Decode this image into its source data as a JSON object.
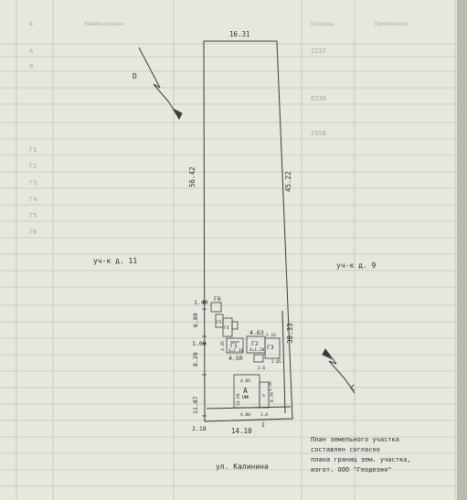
{
  "plan": {
    "dims": {
      "top": "16.31",
      "left_upper": "56.42",
      "right_upper": "45.22",
      "right_lower": "38.33",
      "bottom": "14.10",
      "bottom_left": "2.18",
      "left_1_40": "1.40",
      "left_6_89": "6.89",
      "left_1_00": "1.00",
      "left_8_29": "8.29",
      "left_11_87": "11.87",
      "b_4_63": "4.63",
      "b_4_50": "4.50",
      "b_1_16": "1.16",
      "b_2_05": "2.05",
      "b_2_6": "2.6",
      "b_3_35": "3.35",
      "a_4_89": "4.89",
      "a_4_80": "4.80",
      "a_12_69": "12.69",
      "a_8_79": "8.79",
      "a_1_56": "1.56",
      "a_1_8": "1.8"
    },
    "buildings": {
      "a_label": "А",
      "a_sub": "1ЖЖ",
      "a_small": "а",
      "g1": "Г1",
      "g1_sub": "4=1.20",
      "g2": "Г2",
      "g2_sub": "4=1.20",
      "g3": "Г3",
      "g4": "Г4",
      "g5": "Г5",
      "g6": "Г6",
      "roman_i": "I"
    },
    "neighbors": {
      "left": "уч-к д. 11",
      "right": "уч-к д. 9",
      "street": "ул. Калинина"
    },
    "north_arrow": {
      "letter": "D"
    },
    "south_arrow": {
      "letter": "С"
    },
    "note_lines": [
      "План земельного участка",
      "составлен согласно",
      "плана границ зем. участка,",
      "изгот. ООО \"Геодезия\""
    ]
  },
  "background_table": {
    "header": [
      "№",
      "Наименование",
      "Площадь",
      "Примечание"
    ],
    "rows": [
      "А",
      "а",
      "Г1",
      "Г2",
      "Г3",
      "Г4",
      "Г5",
      "Г6"
    ],
    "values": [
      "2237",
      "6230",
      "2558"
    ]
  }
}
